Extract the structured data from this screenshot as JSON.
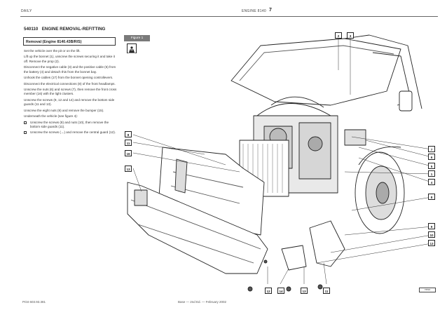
{
  "header": {
    "left": "DAILY",
    "center": "ENGINE 8140",
    "page": "7"
  },
  "section": {
    "number": "540110",
    "title": "ENGINE REMOVAL-REFITTING"
  },
  "subsection": "Removal (Engine 8140.43B/R/S)",
  "paragraphs": [
    "Set the vehicle over the pit or on the lift.",
    "Lift up the bonnet (1), unscrew the screws securing it and take it off. Remove the prop (2).",
    "Disconnect the negative cable (3) and the positive cable (5) from the battery (4) and detach this from the bonnet bay.",
    "Unhook the cables (17) from the bonnet opening controllevers.",
    "Disconnect the electrical connections (8) of the front headlamps.",
    "Unscrew the nuts (6) and screws (7), then remove the front cross member (16) with the light clusters.",
    "Unscrew the screws (9, 12 and 14) and remove the bottom side guards (11 and 13).",
    "Unscrew the eight nuts (9) and remove the bumper (15).",
    "Underneath the vehicle (see figure 4):"
  ],
  "bullets": [
    "Unscrew the screws (8) and nuts (10), then remove the bottom side guards (11).",
    "Unscrew the screws (→) and remove the central guard (12)."
  ],
  "figure_label": "Figure 1",
  "callouts": {
    "top": [
      "2",
      "3"
    ],
    "left": [
      "8",
      "11",
      "16",
      "13"
    ],
    "right": [
      "7",
      "6",
      "5",
      "1",
      "4",
      "8",
      "9",
      "10",
      "13"
    ],
    "bottom": [
      "12",
      "14",
      "13",
      "11"
    ]
  },
  "ref_code": "72516",
  "footer": {
    "left": "Print 603.93.381",
    "center": "Base — 2nd Ed. — February 2002"
  }
}
